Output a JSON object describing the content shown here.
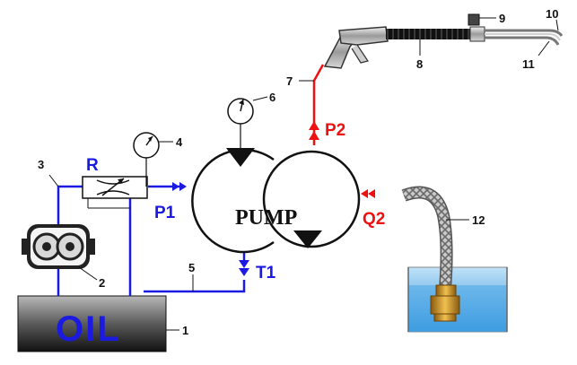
{
  "colors": {
    "suction_line": "#1a1ae0",
    "pressure_line": "#ee1111",
    "outline": "#111111",
    "water": "#4aa8e8"
  },
  "labels": {
    "pump": "PUMP",
    "oil": "OIL",
    "relief": "R",
    "p1": "P1",
    "p2": "P2",
    "q2": "Q2",
    "t1": "T1"
  },
  "callouts": {
    "n1": "1",
    "n2": "2",
    "n3": "3",
    "n4": "4",
    "n5": "5",
    "n6": "6",
    "n7": "7",
    "n8": "8",
    "n9": "9",
    "n10": "10",
    "n11": "11",
    "n12": "12"
  },
  "icons": {
    "gauge_1": "pressure-gauge-icon",
    "gauge_2": "pressure-gauge-icon",
    "gun": "spray-gun-icon",
    "filter": "suction-filter-icon",
    "oil_pump": "gear-pump-icon"
  }
}
